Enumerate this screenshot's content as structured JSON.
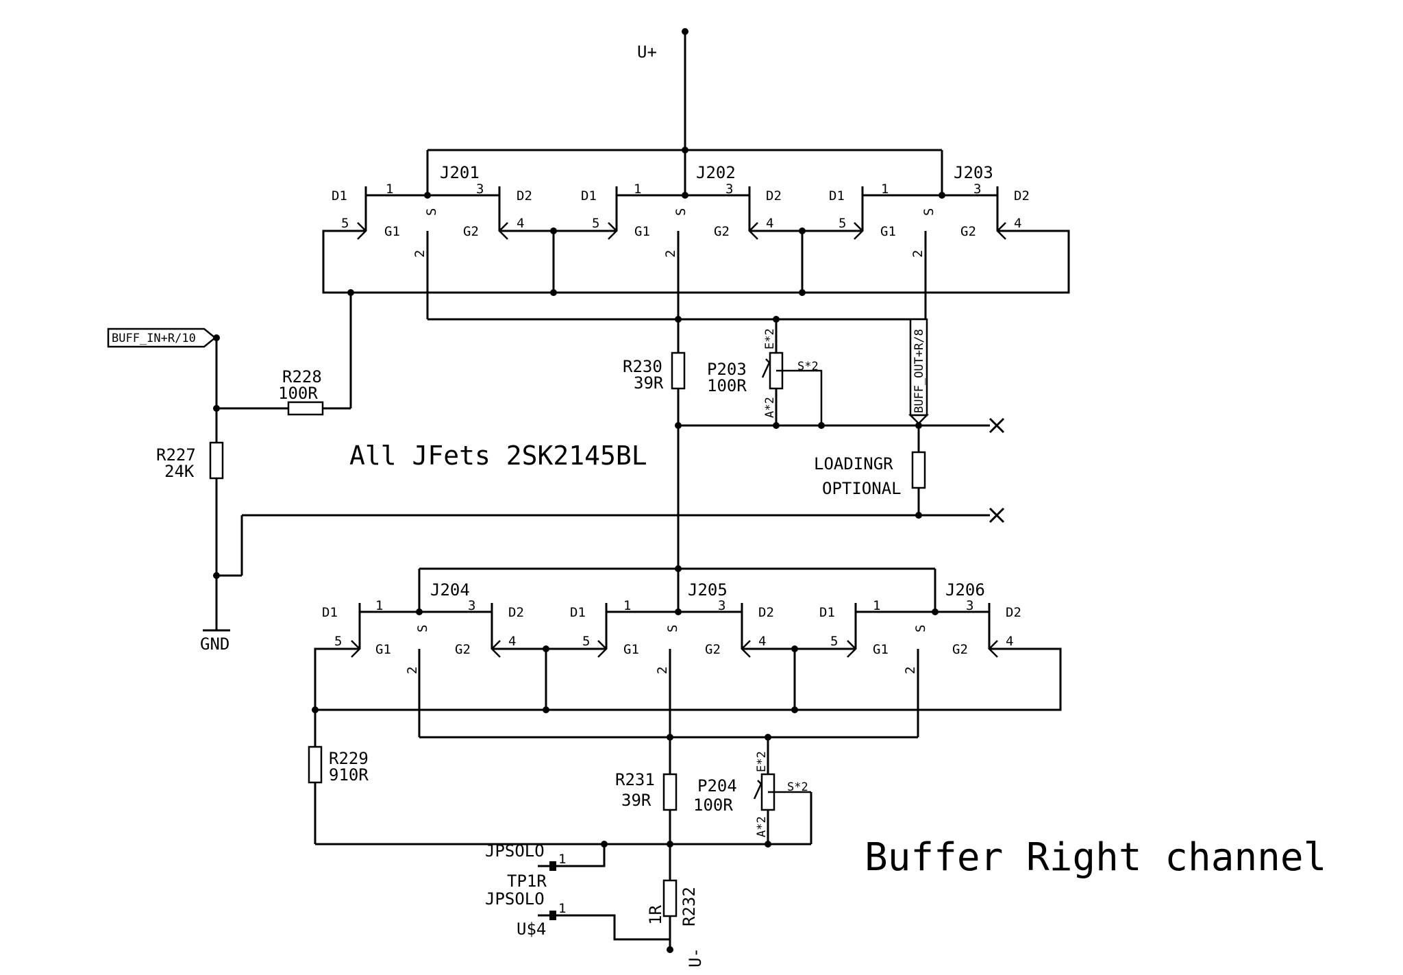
{
  "title": "Buffer Right channel",
  "note": "All JFets 2SK2145BL",
  "rails": {
    "positive": "U+",
    "negative": "U-",
    "ground": "GND"
  },
  "ports": {
    "input": "BUFF_IN+R/10",
    "output": "BUFF_OUT+R/8"
  },
  "jfets": [
    {
      "ref": "J201"
    },
    {
      "ref": "J202"
    },
    {
      "ref": "J203"
    },
    {
      "ref": "J204"
    },
    {
      "ref": "J205"
    },
    {
      "ref": "J206"
    }
  ],
  "pin_names": {
    "d1": "D1",
    "d2": "D2",
    "s": "S",
    "g1": "G1",
    "g2": "G2"
  },
  "pin_numbers": {
    "d1": "1",
    "d2": "3",
    "s": "2",
    "g1": "5",
    "g2": "4"
  },
  "resistors": {
    "r227": {
      "ref": "R227",
      "value": "24K"
    },
    "r228": {
      "ref": "R228",
      "value": "100R"
    },
    "r229": {
      "ref": "R229",
      "value": "910R"
    },
    "r230": {
      "ref": "R230",
      "value": "39R"
    },
    "r231": {
      "ref": "R231",
      "value": "39R"
    },
    "r232": {
      "ref": "R232",
      "value": "1R"
    },
    "loading": {
      "ref": "LOADINGR",
      "value": "OPTIONAL"
    }
  },
  "pots": {
    "p203": {
      "ref": "P203",
      "value": "100R",
      "e": "E*2",
      "s": "S*2",
      "a": "A*2"
    },
    "p204": {
      "ref": "P204",
      "value": "100R",
      "e": "E*2",
      "s": "S*2",
      "a": "A*2"
    }
  },
  "jumpers": {
    "j1": "JPSOLO",
    "j2": "JPSOLO",
    "j1_name": "TP1R",
    "j2_name": "U$4",
    "pin": "1"
  }
}
